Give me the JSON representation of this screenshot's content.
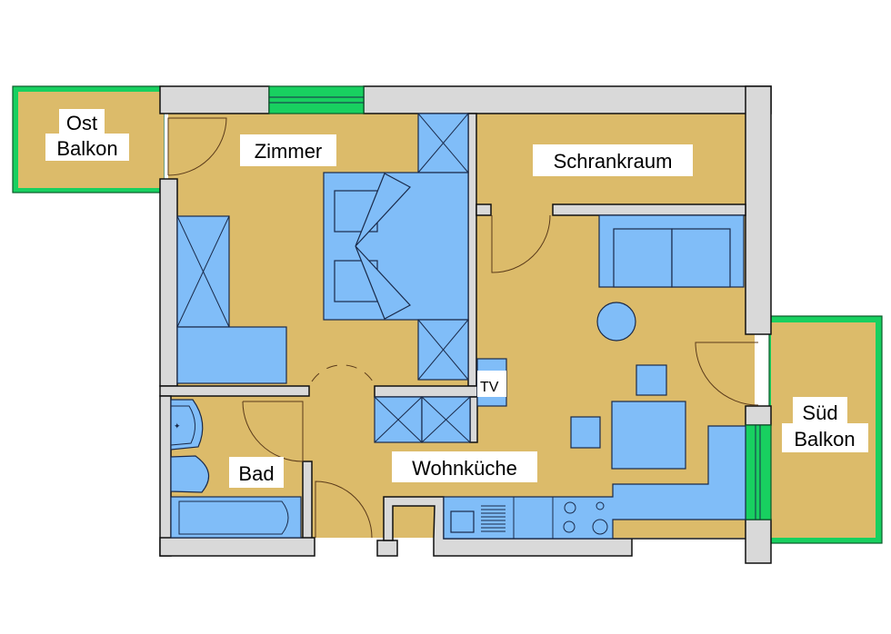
{
  "title": "Apartment floor plan",
  "rooms": {
    "ost_balkon": [
      "Ost",
      "Balkon"
    ],
    "zimmer": "Zimmer",
    "schrankraum": "Schrankraum",
    "tv": "TV",
    "bad": "Bad",
    "wohnkueche": "Wohnküche",
    "sued_balkon": [
      "Süd",
      "Balkon"
    ]
  },
  "colors": {
    "floor": "#dcbb6a",
    "furniture": "#80bdf8",
    "wall": "#d9d9d9",
    "window": "#18d060"
  }
}
